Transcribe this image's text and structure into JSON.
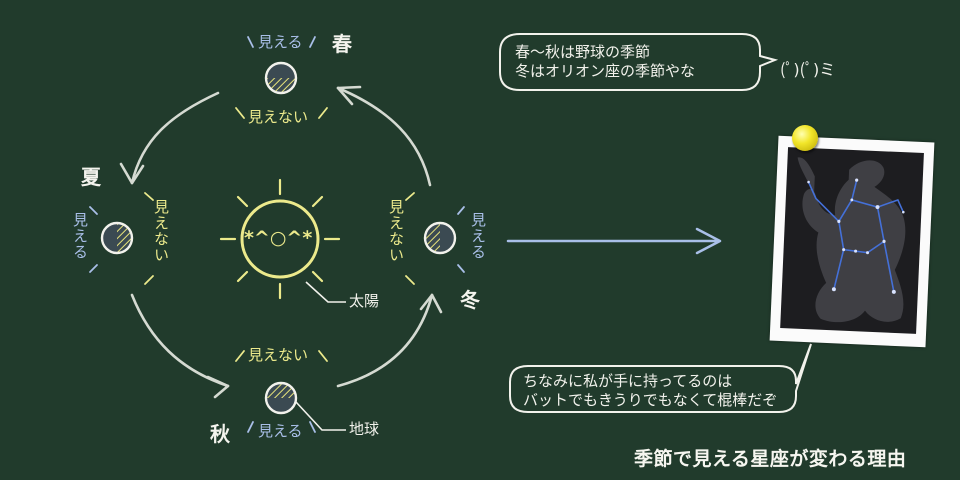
{
  "seasons": {
    "spring": "春",
    "summer": "夏",
    "autumn": "秋",
    "winter": "冬"
  },
  "labels": {
    "visible": "見える",
    "not_visible": "見えない",
    "sun": "太陽",
    "earth": "地球",
    "sun_face": "*^○^*"
  },
  "bubble_top": {
    "line1": "春〜秋は野球の季節",
    "line2": "冬はオリオン座の季節やな",
    "emoticon": "(ﾟ)(ﾟ)ミ"
  },
  "bubble_bottom": {
    "line1": "ちなみに私が手に持ってるのは",
    "line2": "バットでもきうりでもなくて棍棒だぞ"
  },
  "caption": "季節で見える星座が変わる理由",
  "colors": {
    "board": "#213b2c",
    "chalk": "#f2f2ec",
    "chalk_blue": "#a9bfe8",
    "chalk_yellow": "#ecea8c",
    "pin": "#f2e62a"
  }
}
